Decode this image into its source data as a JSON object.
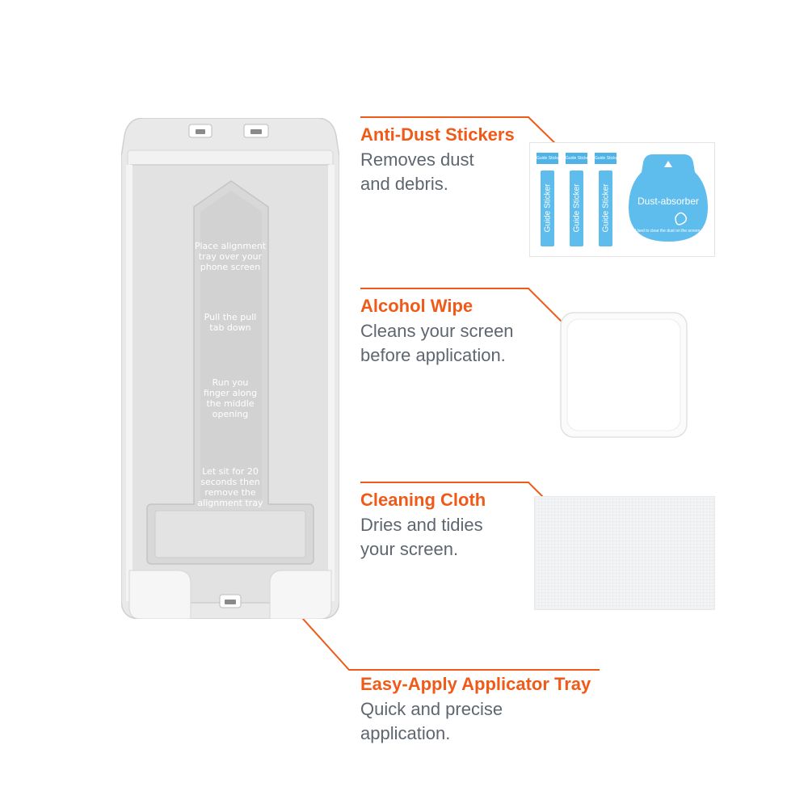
{
  "callouts": [
    {
      "title": "Anti-Dust Stickers",
      "desc": [
        "Removes dust",
        "and debris."
      ]
    },
    {
      "title": "Alcohol Wipe",
      "desc": [
        "Cleans your screen",
        "before application."
      ]
    },
    {
      "title": "Cleaning Cloth",
      "desc": [
        "Dries and tidies",
        "your screen."
      ]
    },
    {
      "title": "Easy-Apply Applicator Tray",
      "desc": [
        "Quick and precise",
        "application."
      ]
    }
  ],
  "tray_steps": [
    [
      "Place alignment",
      "tray over your",
      "phone screen"
    ],
    [
      "Pull the pull",
      "tab down"
    ],
    [
      "Run you",
      "finger along",
      "the middle",
      "opening"
    ],
    [
      "Let sit for 20",
      "seconds then",
      "remove the",
      "alignment tray"
    ]
  ],
  "stickers": {
    "strip_tab": "Guide Sticker",
    "strip_label": "Guide Sticker",
    "absorber_label": "Dust-absorber",
    "absorber_note": "Used to clear the dust on the screen."
  },
  "colors": {
    "accent": "#f05a19",
    "desc_text": "#5e6670",
    "sticker_blue": "#5fbdee",
    "tray_gray": "#e1e1e1"
  }
}
